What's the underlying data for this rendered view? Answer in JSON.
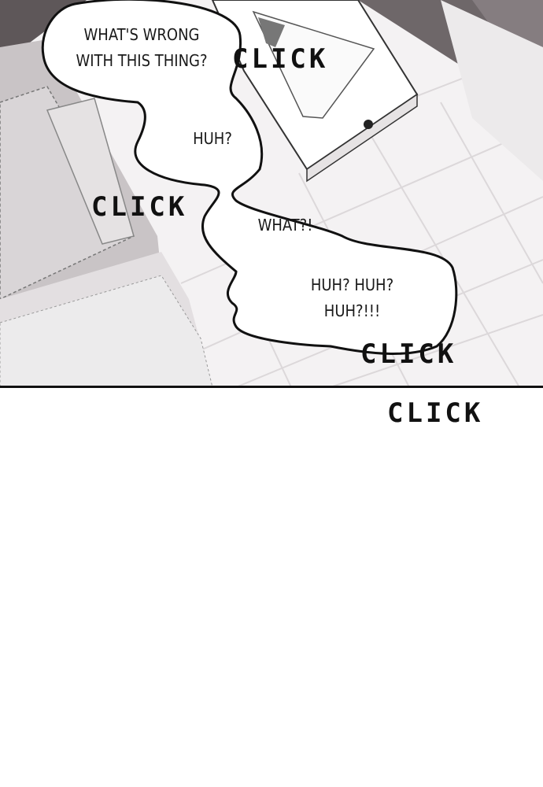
{
  "bubbles": {
    "b1_line1": "WHAT'S WRONG",
    "b1_line2": "WITH THIS THING?",
    "b2": "HUH?",
    "b3": "WHAT?!",
    "b4_line1": "HUH? HUH?",
    "b4_line2": "HUH?!!!"
  },
  "sfx": {
    "click1": "CLICK",
    "click2": "CLICK",
    "click3": "CLICK",
    "click4": "CLICK"
  }
}
